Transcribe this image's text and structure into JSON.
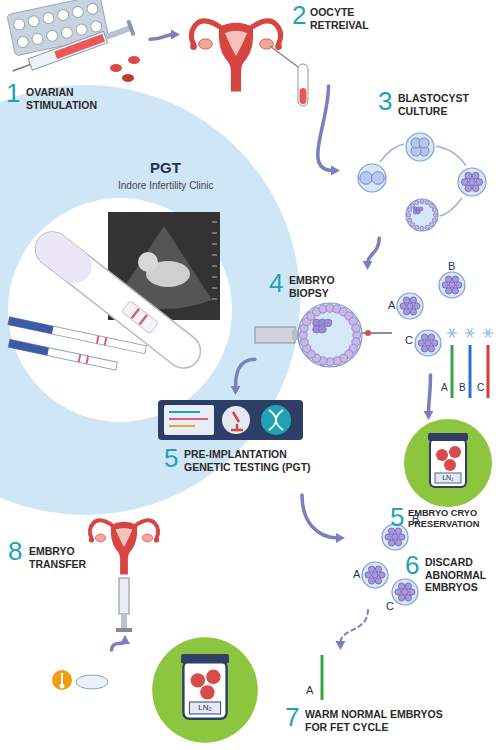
{
  "diagram": {
    "nodes": [
      {
        "text": [
          "1",
          "OVARIAN STIMULATION"
        ]
      },
      {
        "text": [
          "2",
          "OOCYTE RETREIVAL"
        ]
      },
      {
        "text": [
          "3",
          "BLASTOCYST CULTURE"
        ]
      },
      {
        "text": [
          "4",
          "EMBRYO BIOPSY"
        ]
      },
      {
        "text": [
          "5",
          "PRE-IMPLANTATION GENETIC TESTING (PGT)"
        ]
      },
      {
        "text": [
          "5",
          "EMBRYO CRYO PRESERVATION"
        ]
      },
      {
        "text": [
          "6",
          "DISCARD ABNORMAL EMBRYOS"
        ]
      },
      {
        "text": [
          "7",
          "WARM NORMAL EMBRYOS FOR FET CYCLE"
        ]
      },
      {
        "text": [
          "8",
          "EMBRYO TRANSFER"
        ]
      }
    ],
    "edges": [
      {
        "from": 0,
        "to": 1,
        "arrow": "to"
      },
      {
        "from": 1,
        "to": 2,
        "arrow": "to"
      },
      {
        "from": 2,
        "to": 3,
        "arrow": "to"
      },
      {
        "from": 3,
        "to": 4,
        "arrow": "to"
      },
      {
        "from": 3,
        "to": 5,
        "arrow": "to"
      },
      {
        "from": 4,
        "to": 6,
        "arrow": "to"
      },
      {
        "from": 6,
        "to": 7,
        "arrow": "to"
      },
      {
        "from": 7,
        "to": 8,
        "arrow": "to"
      }
    ],
    "labels": [
      "PGT",
      "Indore Infertility Clinic",
      "A",
      "B",
      "C",
      "A",
      "B",
      "C",
      "LN₂",
      "B",
      "A",
      "C",
      "A",
      "LN₂"
    ]
  }
}
